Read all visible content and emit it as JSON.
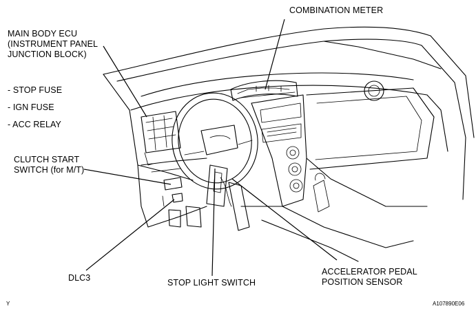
{
  "labels": {
    "combination_meter": "COMBINATION METER",
    "main_body_ecu": [
      "MAIN BODY ECU",
      "(INSTRUMENT PANEL",
      "JUNCTION BLOCK)"
    ],
    "fuses": [
      "- STOP FUSE",
      "- IGN FUSE",
      "- ACC RELAY"
    ],
    "clutch_start_switch": [
      "CLUTCH START",
      "SWITCH (for M/T)"
    ],
    "dlc3": "DLC3",
    "stop_light_switch": "STOP LIGHT SWITCH",
    "accelerator_pedal_sensor": [
      "ACCELERATOR PEDAL",
      "POSITION SENSOR"
    ]
  },
  "corner_marks": {
    "left": "Y",
    "right": "A107890E06"
  }
}
